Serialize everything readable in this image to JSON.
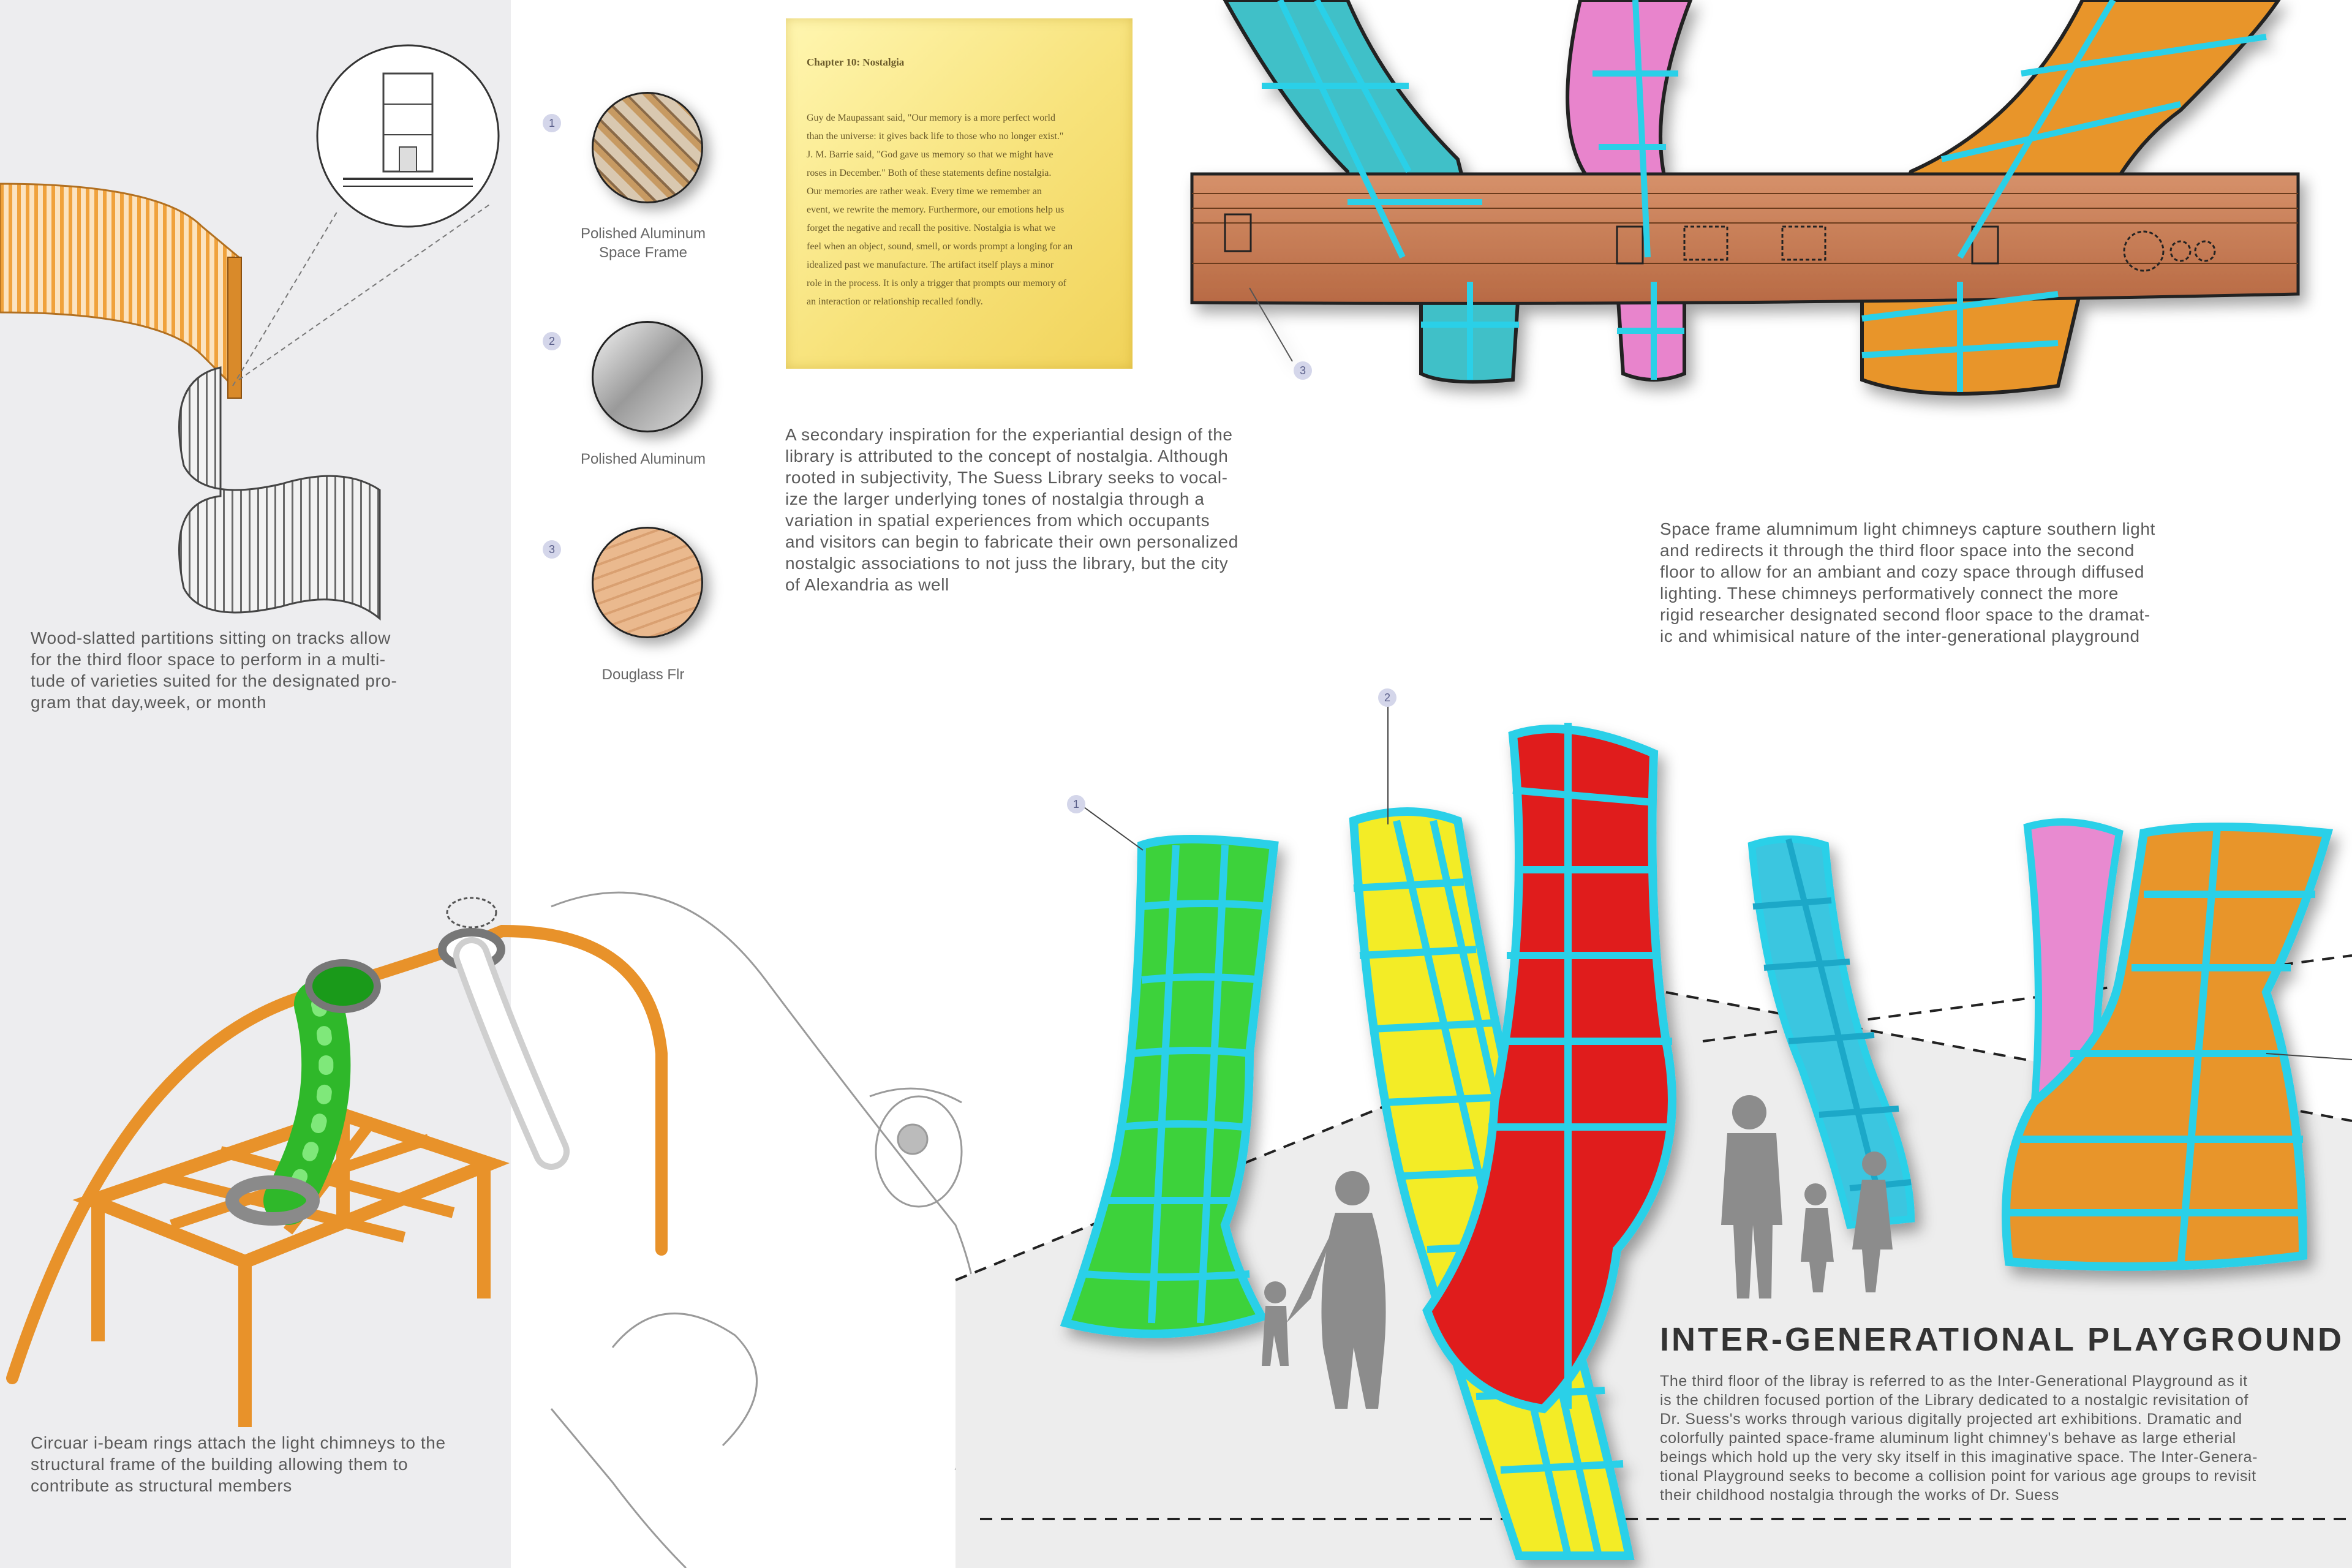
{
  "materials": [
    {
      "number": "1",
      "label": "Polished Aluminum\nSpace Frame",
      "icon": "space-frame-swatch"
    },
    {
      "number": "2",
      "label": "Polished Aluminum",
      "icon": "brushed-aluminum-swatch"
    },
    {
      "number": "3",
      "label": "Douglass Flr",
      "icon": "wood-grain-swatch"
    }
  ],
  "captions": {
    "wood_slats": "Wood-slatted partitions sitting on tracks allow\nfor the third floor space to perform in a multi-\ntude of varieties suited for the designated pro-\ngram that day,week, or month",
    "ibeam_rings": "Circuar i-beam rings attach the light chimneys to the\nstructural frame of the building allowing them to\ncontribute as structural members",
    "nostalgia": "A secondary inspiration for the experiantial design of the\nlibrary is attributed to the concept of nostalgia. Although\nrooted in subjectivity, The Suess Library seeks to vocal-\nize the larger underlying tones of nostalgia through a\nvariation in spatial experiences from which occupants\nand visitors can begin to fabricate their own personalized\nnostalgic associations to not juss the library, but the city\nof Alexandria as well",
    "chimneys": "Space frame alumnimum light chimneys capture southern light\nand redirects it through the third floor space into the second\nfloor to allow for an ambiant and cozy space through diffused\nlighting. These chimneys performatively connect the more\nrigid researcher designated second floor space to the dramat-\nic and whimisical nature of the inter-generational playground"
  },
  "book": {
    "title": "Chapter 10: Nostalgia",
    "body": "Guy de Maupassant said, \"Our memory is a more perfect world\nthan the universe: it gives back life to those who no longer exist.\"\nJ. M. Barrie said, \"God gave us memory so that we might have\nroses in December.\" Both of these statements define nostalgia.\nOur memories are rather weak. Every time we remember an\nevent, we rewrite the memory. Furthermore, our emotions help us\nforget the negative and recall the positive. Nostalgia is what we\nfeel when an object, sound, smell, or words prompt a longing for an\nidealized past we manufacture. The artifact itself plays a minor\nrole in the process. It is only a trigger that prompts our memory of\nan interaction or relationship recalled fondly."
  },
  "callouts": {
    "section_beam": "3",
    "chimney_green": "1",
    "chimney_yellow": "2"
  },
  "playground": {
    "heading": "INTER-GENERATIONAL PLAYGROUND",
    "body": "The third floor of the libray is referred to as the Inter-Generational Playground as it\nis the children focused portion of the Library dedicated to a nostalgic revisitation of\nDr. Suess's works through various digitally projected art exhibitions. Dramatic and\ncolorfully painted space-frame aluminum light chimney's behave as large etherial\nbeings which hold up the very sky itself in this imaginative space. The Inter-Genera-\ntional Playground seeks to become a collision point for various age groups to revisit\ntheir childhood nostalgia through the works of Dr. Suess"
  },
  "colors": {
    "sidebar": "#ededef",
    "wood": "#f0a23c",
    "frame": "#5fd3e8",
    "green": "#38c832",
    "yellow": "#f5ee2a",
    "red": "#e01e1e",
    "pink": "#e88ad0",
    "orange": "#e89a2e",
    "beam": "#c87a52"
  }
}
